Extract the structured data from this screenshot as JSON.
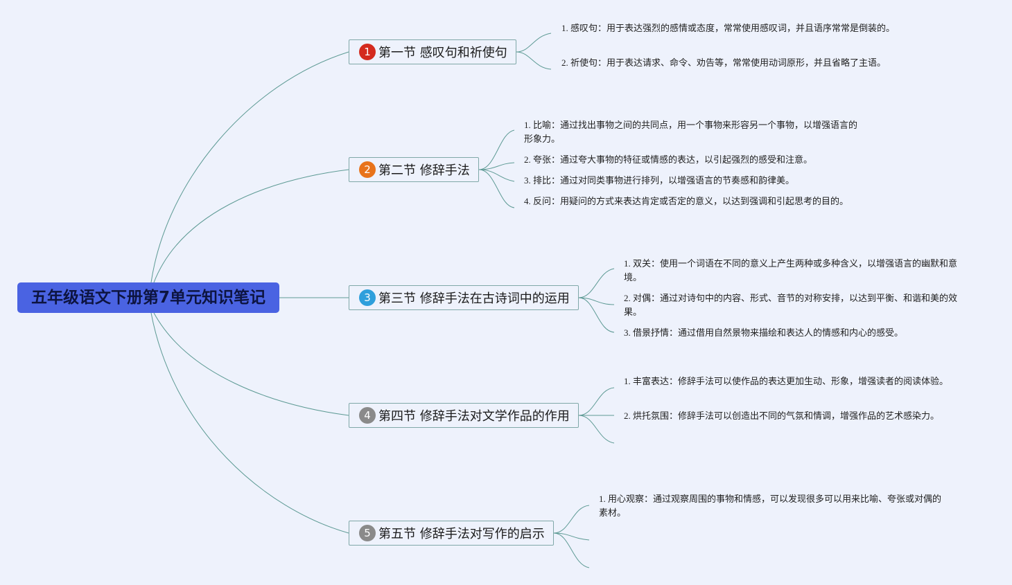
{
  "root": {
    "title": "五年级语文下册第7单元知识笔记"
  },
  "branches": [
    {
      "number": "1",
      "badge_color": "#d42a1e",
      "title": "第一节 感叹句和祈使句",
      "items": [
        {
          "text": "1. 感叹句：用于表达强烈的感情或态度，常常使用感叹词，并且语序常常是倒装的。"
        },
        {
          "text": "2. 祈使句：用于表达请求、命令、劝告等，常常使用动词原形，并且省略了主语。"
        }
      ]
    },
    {
      "number": "2",
      "badge_color": "#e8731a",
      "title": "第二节 修辞手法",
      "items": [
        {
          "text": "1. 比喻：通过找出事物之间的共同点，用一个事物来形容另一个事物，以增强语言的形象力。"
        },
        {
          "text": "2. 夸张：通过夸大事物的特征或情感的表达，以引起强烈的感受和注意。"
        },
        {
          "text": "3. 排比：通过对同类事物进行排列，以增强语言的节奏感和韵律美。"
        },
        {
          "text": "4. 反问：用疑问的方式来表达肯定或否定的意义，以达到强调和引起思考的目的。"
        }
      ]
    },
    {
      "number": "3",
      "badge_color": "#2e9fdc",
      "title": "第三节 修辞手法在古诗词中的运用",
      "items": [
        {
          "text": "1. 双关：使用一个词语在不同的意义上产生两种或多种含义，以增强语言的幽默和意境。"
        },
        {
          "text": "2. 对偶：通过对诗句中的内容、形式、音节的对称安排，以达到平衡、和谐和美的效果。"
        },
        {
          "text": "3. 借景抒情：通过借用自然景物来描绘和表达人的情感和内心的感受。"
        }
      ]
    },
    {
      "number": "4",
      "badge_color": "#8a8a8a",
      "title": "第四节 修辞手法对文学作品的作用",
      "items": [
        {
          "text": "1. 丰富表达：修辞手法可以使作品的表达更加生动、形象，增强读者的阅读体验。"
        },
        {
          "text": "2. 烘托氛围：修辞手法可以创造出不同的气氛和情调，增强作品的艺术感染力。"
        }
      ]
    },
    {
      "number": "5",
      "badge_color": "#8a8a8a",
      "title": "第五节 修辞手法对写作的启示",
      "items": [
        {
          "text": "1. 用心观察：通过观察周围的事物和情感，可以发现很多可以用来比喻、夸张或对偶的素材。"
        }
      ]
    }
  ]
}
